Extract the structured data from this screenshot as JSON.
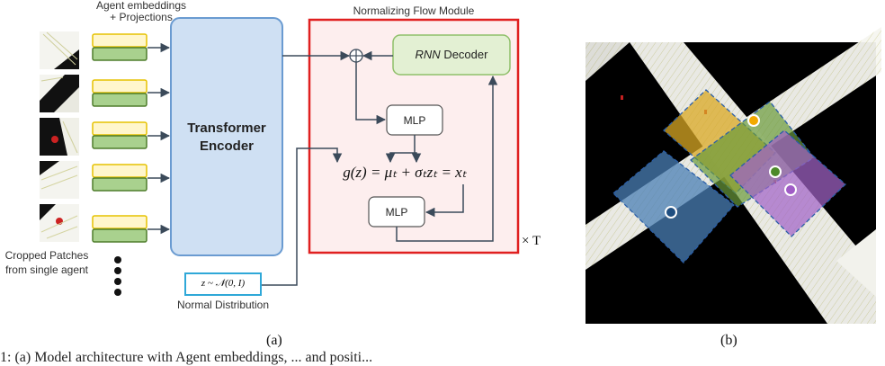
{
  "left_panel": {
    "embeddings_label_line1": "Agent embeddings",
    "embeddings_label_line2": "+ Projections",
    "module_title": "Normalizing Flow Module",
    "transformer_line1": "Transformer",
    "transformer_line2": "Encoder",
    "rnn_decoder_italic": "RNN",
    "rnn_decoder_rest": " Decoder",
    "mlp_top": "MLP",
    "mlp_bottom": "MLP",
    "flow_equation": "g(z) = μₜ + σₜzₜ = xₜ",
    "repeat_label": "× T",
    "noise_formula": "z ~ 𝒩(0, I)",
    "noise_label": "Normal Distribution",
    "patches_label_line1": "Cropped Patches",
    "patches_label_line2": "from single agent",
    "caption": "(a)"
  },
  "right_panel": {
    "caption": "(b)"
  },
  "footer": {
    "caption_text": "1: (a) Model architecture with Agent embeddings, ... and positi..."
  },
  "colors": {
    "transformer_fill": "#cfe0f3",
    "transformer_stroke": "#6a9bd1",
    "rnn_fill": "#e3f0d3",
    "rnn_stroke": "#8fbf6a",
    "module_fill": "#fdeeee",
    "module_stroke": "#e02020",
    "emb_yellow": "#fff6cc",
    "emb_yellow_stroke": "#e6c200",
    "emb_green": "#a9d18e",
    "emb_green_stroke": "#4f7d2b",
    "noise_stroke": "#2fa8d8",
    "region_blue": "#4a7fb5",
    "region_yellow": "#d9a824",
    "region_green": "#6a9a3a",
    "region_purple": "#a264c8",
    "dot_yellow": "#f2a900",
    "dot_green": "#4d8a2a",
    "dot_purple": "#a05cc6",
    "dot_blue": "#1f4e80"
  }
}
